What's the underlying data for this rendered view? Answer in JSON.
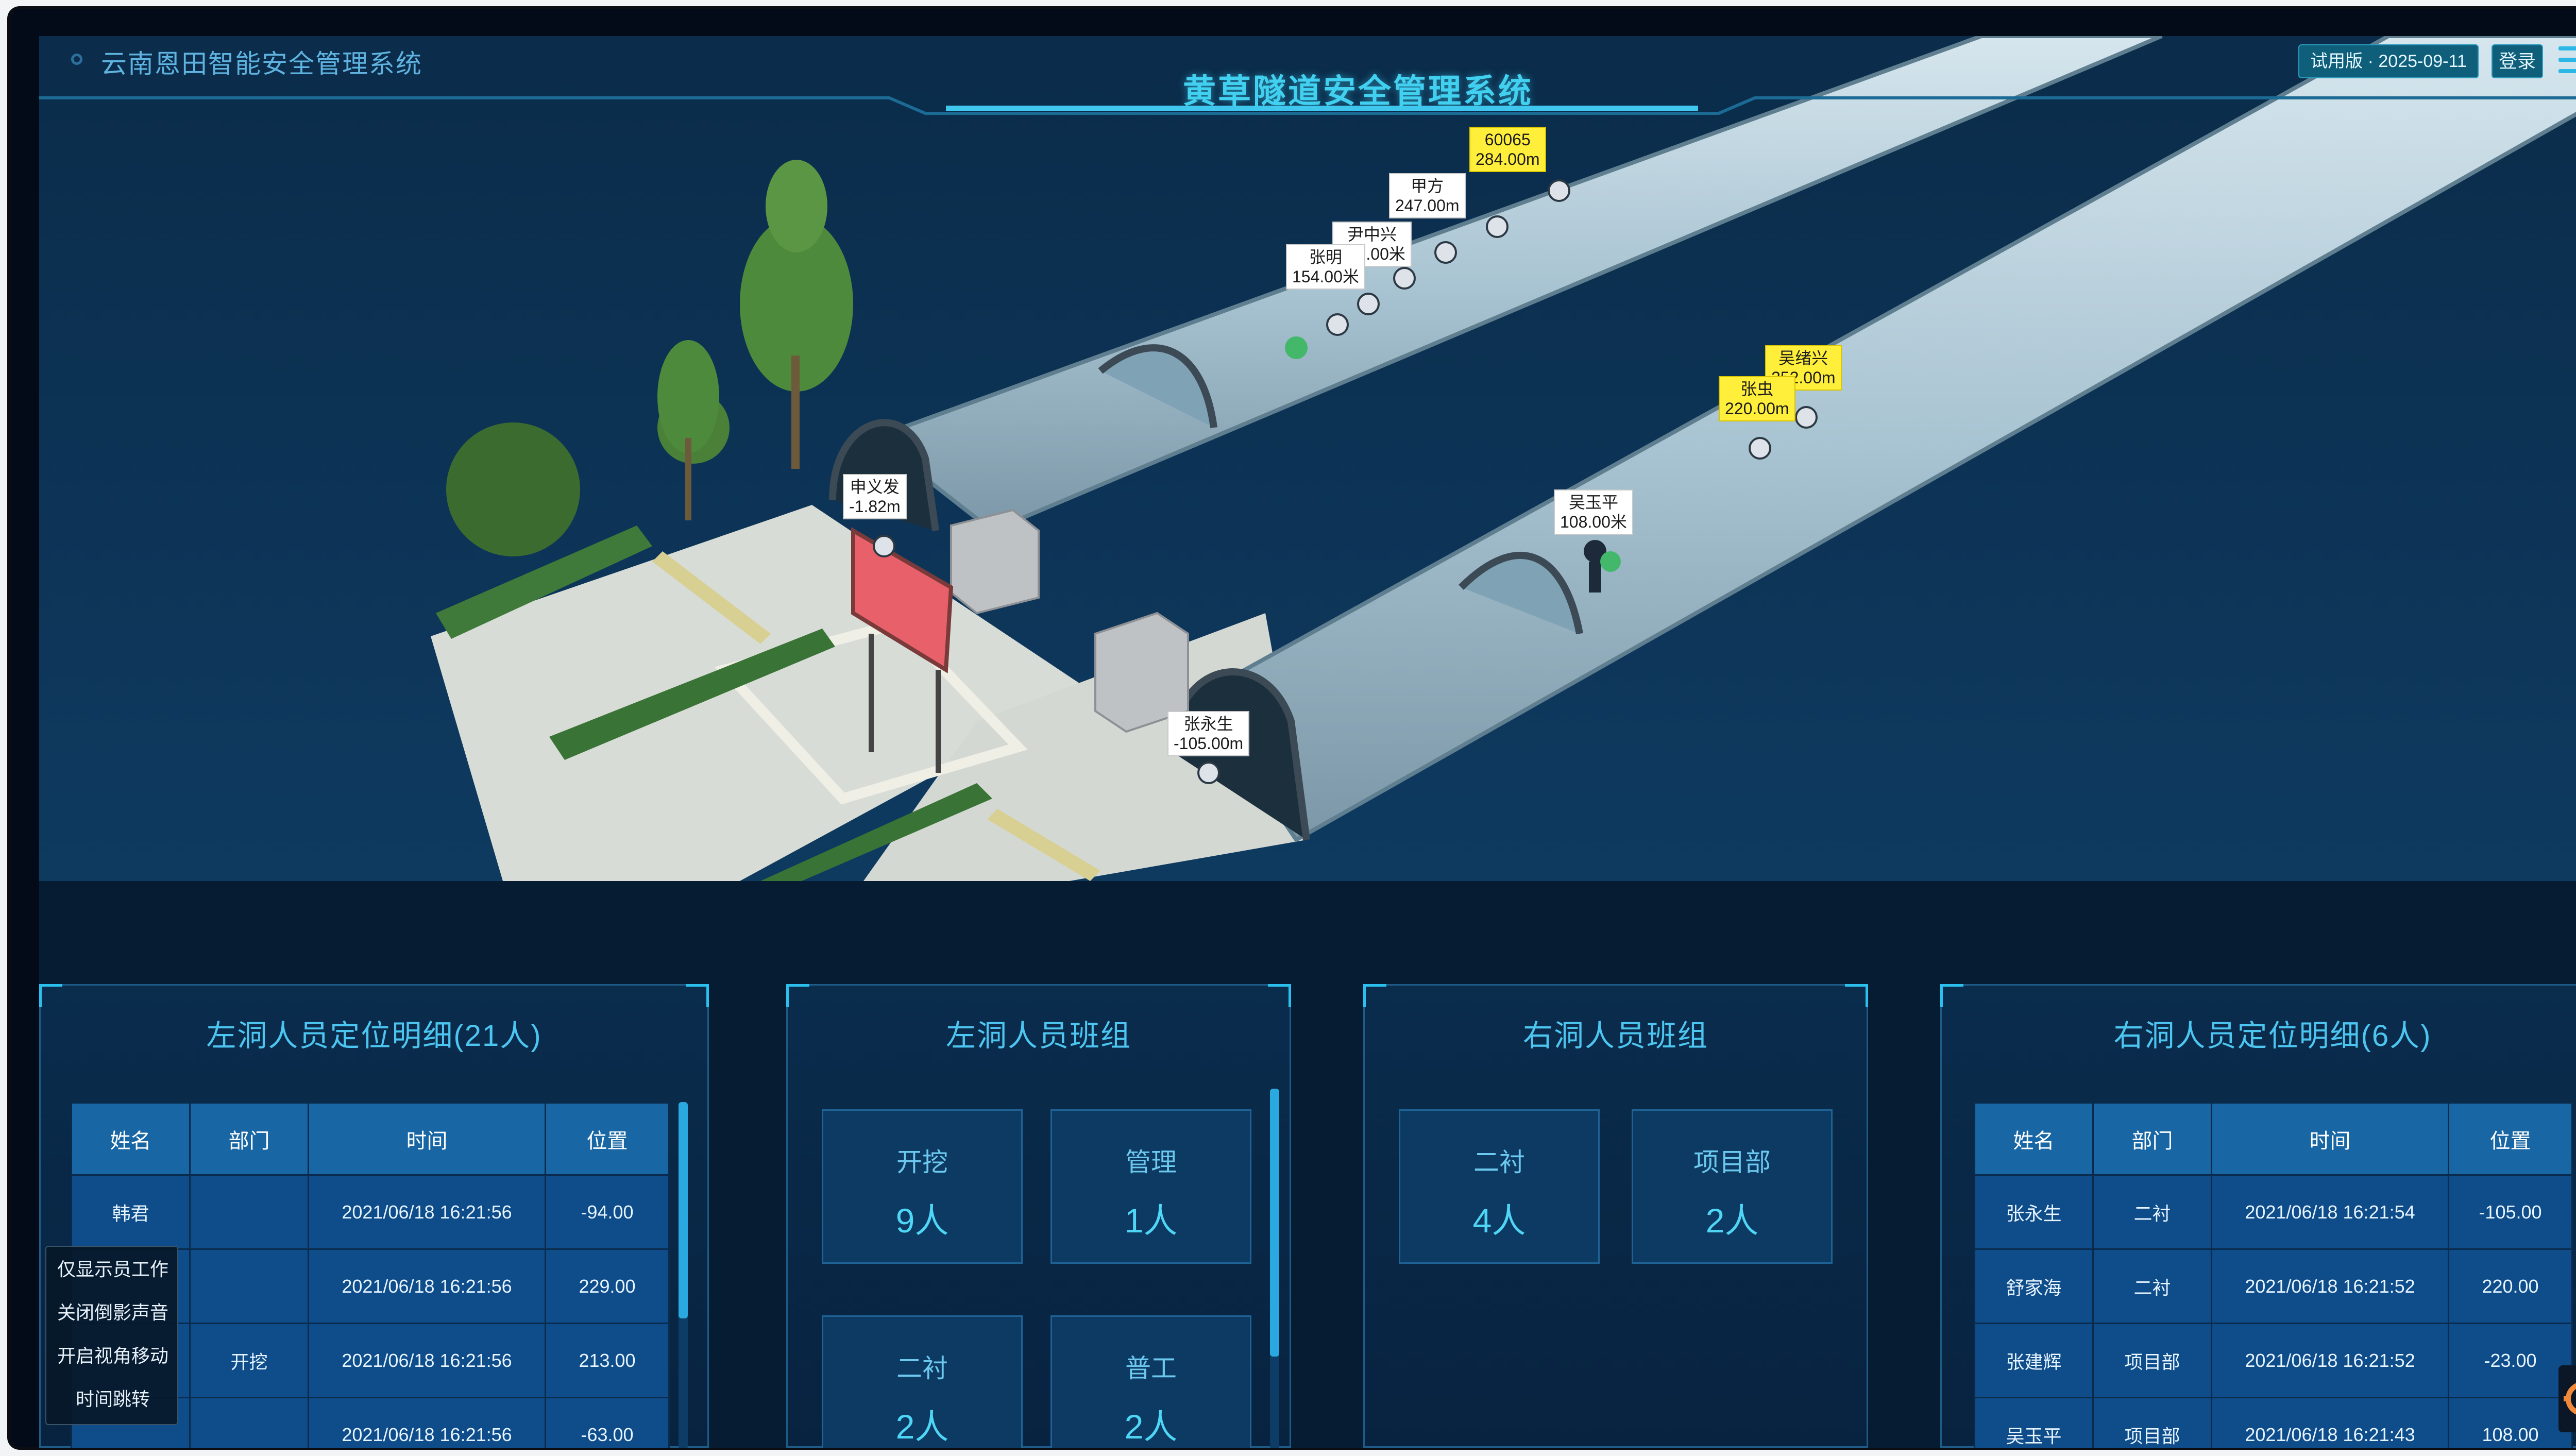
{
  "header": {
    "app_name": "云南恩田智能安全管理系统",
    "title": "黄草隧道安全管理系统",
    "version_badge": "试用版 · 2025-09-11",
    "login_label": "登录"
  },
  "scene": {
    "tags": [
      {
        "name": "60065",
        "pos": "284.00m",
        "color": "yellow"
      },
      {
        "name": "甲方",
        "pos": "247.00m",
        "color": "white"
      },
      {
        "name": "尹中兴",
        "pos": "186.00米",
        "color": "white"
      },
      {
        "name": "张明",
        "pos": "154.00米",
        "color": "white"
      },
      {
        "name": "吴绪兴",
        "pos": "252.00m",
        "color": "yellow"
      },
      {
        "name": "张虫",
        "pos": "220.00m",
        "color": "yellow"
      },
      {
        "name": "吴玉平",
        "pos": "108.00米",
        "color": "white"
      },
      {
        "name": "张永生",
        "pos": "-105.00m",
        "color": "white"
      },
      {
        "name": "申义发",
        "pos": "-1.82m",
        "color": "white"
      }
    ]
  },
  "left_detail": {
    "title": "左洞人员定位明细(21人)",
    "columns": [
      "姓名",
      "部门",
      "时间",
      "位置"
    ],
    "rows": [
      {
        "name": "韩君",
        "dept": "",
        "time": "2021/06/18 16:21:56",
        "pos": "-94.00"
      },
      {
        "name": "",
        "dept": "",
        "time": "2021/06/18 16:21:56",
        "pos": "229.00"
      },
      {
        "name": "",
        "dept": "开挖",
        "time": "2021/06/18 16:21:56",
        "pos": "213.00"
      },
      {
        "name": "",
        "dept": "",
        "time": "2021/06/18 16:21:56",
        "pos": "-63.00"
      }
    ]
  },
  "left_groups": {
    "title": "左洞人员班组",
    "cards": [
      {
        "label": "开挖",
        "count": "9人"
      },
      {
        "label": "管理",
        "count": "1人"
      },
      {
        "label": "二衬",
        "count": "2人"
      },
      {
        "label": "普工",
        "count": "2人"
      }
    ]
  },
  "right_groups": {
    "title": "右洞人员班组",
    "cards": [
      {
        "label": "二衬",
        "count": "4人"
      },
      {
        "label": "项目部",
        "count": "2人"
      }
    ]
  },
  "right_detail": {
    "title": "右洞人员定位明细(6人)",
    "columns": [
      "姓名",
      "部门",
      "时间",
      "位置"
    ],
    "rows": [
      {
        "name": "张永生",
        "dept": "二衬",
        "time": "2021/06/18 16:21:54",
        "pos": "-105.00"
      },
      {
        "name": "舒家海",
        "dept": "二衬",
        "time": "2021/06/18 16:21:52",
        "pos": "220.00"
      },
      {
        "name": "张建辉",
        "dept": "项目部",
        "time": "2021/06/18 16:21:52",
        "pos": "-23.00"
      },
      {
        "name": "吴玉平",
        "dept": "项目部",
        "time": "2021/06/18 16:21:43",
        "pos": "108.00"
      }
    ]
  },
  "control_menu": {
    "items": [
      "仅显示员工作",
      "关闭倒影声音",
      "开启视角移动",
      "时间跳转"
    ]
  },
  "colors": {
    "background": "#09243f",
    "accent": "#41d0f0",
    "table_header": "#1866a3",
    "table_cell": "#0f4c8a",
    "tag_highlight": "#ffef3a"
  }
}
